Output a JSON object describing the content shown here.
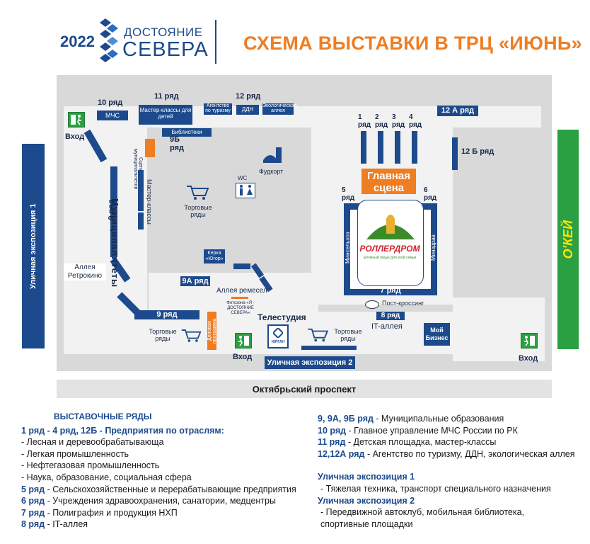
{
  "header": {
    "year": "2022",
    "brand_top": "ДОСТОЯНИЕ",
    "brand_bottom": "СЕВЕРА",
    "title": "СХЕМА ВЫСТАВКИ В ТРЦ «ИЮНЬ»"
  },
  "map": {
    "street_1": "Уличная экспозиция 1",
    "street_2": "Уличная экспозиция 2",
    "okey": "О'КЕЙ",
    "road": "Октябрьский проспект",
    "rows": {
      "r10": "10 ряд",
      "r11": "11 ряд",
      "r12": "12 ряд",
      "r12a": "12 А ряд",
      "r12b": "12 Б ряд",
      "r1": "1 ряд",
      "r2": "2 ряд",
      "r3": "3 ряд",
      "r4": "4 ряд",
      "r5": "5 ряд",
      "r6": "6 ряд",
      "r7": "7 ряд",
      "r8": "8 ряд",
      "r9": "9 ряд",
      "r9a": "9А ряд",
      "r9b": "9Б ряд",
      "r9side": "9 ряд"
    },
    "booths": {
      "mchs": "МЧС",
      "master_kids": "Мастер-классы для детей",
      "tourism": "Агентство по туризму",
      "ddn": "ДДН",
      "eco": "Экологическая аллея",
      "libraries": "Библиотеки",
      "scene_muni": "Сцена для муниципалитетов",
      "master_side": "Мастер-классы",
      "kerka": "Керка «Югор»",
      "photozone": "Фотозона «Я - ДОСТОЯНИЕ СЕВЕРА»",
      "delovaya": "Деловая программа",
      "yurgan": "ЮРГАН",
      "moy_biznes": "Мой Бизнес",
      "minselhoz": "Минсельхоз",
      "minzdrav": "Минздрав",
      "main_stage": "Главная сцена",
      "rollerdrom": "РОЛЛЕРДРОМ",
      "rollerdrom_sub": "активный отдых для всей семьи"
    },
    "areas": {
      "foodcourt": "Фудкорт",
      "wc": "WC",
      "trade_1": "Торговые ряды",
      "trade_2": "Торговые ряды",
      "trade_3": "Торговые ряды",
      "alley_retro": "Аллея Ретрокино",
      "alley_crafts": "Аллея ремесел",
      "telestudio": "Телестудия",
      "it_alley": "IT-аллея",
      "post_crossing": "Пост-кроссинг",
      "municipalities": "Муниципалитеты",
      "entrance_1": "Вход",
      "entrance_2": "Вход",
      "entrance_3": "Вход"
    }
  },
  "legend_left": {
    "heading": "ВЫСТАВОЧНЫЕ РЯДЫ",
    "items": [
      {
        "key": "1 ряд - 4 ряд, 12Б - ",
        "text": "Предприятия по отраслям:",
        "key_style": "key",
        "text_bold": true
      },
      {
        "key": "",
        "text": "- Лесная и деревообрабатывающа"
      },
      {
        "key": "",
        "text": "- Легкая промышленность"
      },
      {
        "key": "",
        "text": "- Нефтегазовая промышленность"
      },
      {
        "key": "",
        "text": "- Наука, образование, социальная сфера"
      },
      {
        "key": "5 ряд",
        "text": " - Сельскохозяйственные и перерабатывающие предприятия"
      },
      {
        "key": "6 ряд",
        "text": " - Учреждения здравоохранения, санатории, медцентры"
      },
      {
        "key": "7 ряд",
        "text": " - Полиграфия и продукция НХП"
      },
      {
        "key": "8 ряд",
        "text": " - IT-аллея"
      }
    ]
  },
  "legend_right": {
    "items": [
      {
        "key": "9, 9А, 9Б ряд",
        "text": " - Муниципальные образования"
      },
      {
        "key": "10 ряд",
        "text": " - Главное управление МЧС России по РК"
      },
      {
        "key": "11 ряд",
        "text": " - Детская площадка, мастер-классы"
      },
      {
        "key": "12,12А ряд",
        "text": " - Агентство по туризму, ДДН, экологическая аллея"
      }
    ],
    "street1_heading": "Уличная экспозиция 1",
    "street1_text": "- Тяжелая техника, транспорт специального назначения",
    "street2_heading": "Уличная экспозиция 2",
    "street2_line1": "- Передвижной автоклуб, мобильная библиотека,",
    "street2_line2": "спортивные площадки"
  },
  "colors": {
    "navy": "#1c4a8c",
    "orange": "#ef7d22",
    "green": "#2aa043",
    "floor": "#d9d9d9",
    "corridor": "#f2f2f2"
  }
}
